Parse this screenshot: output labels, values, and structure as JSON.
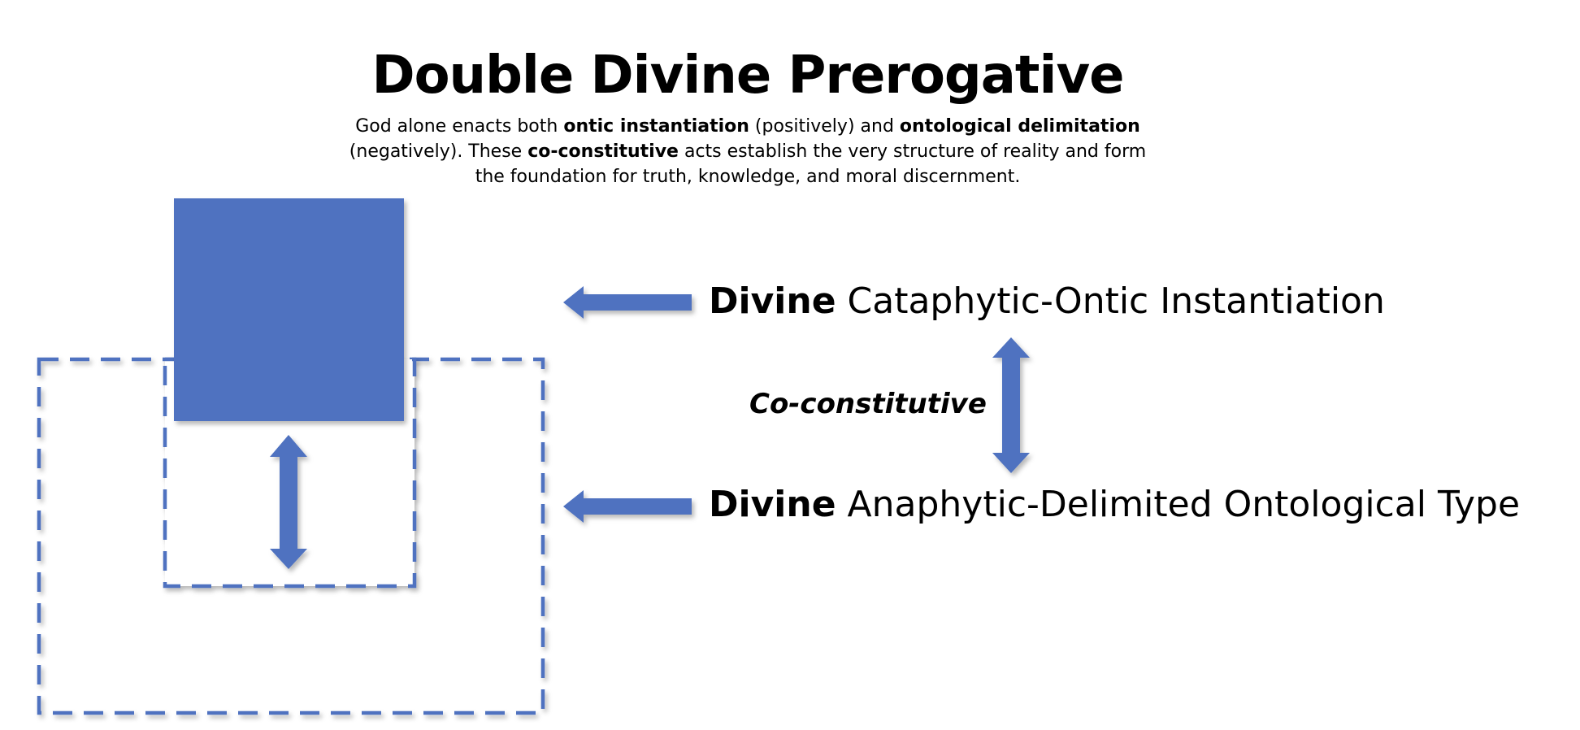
{
  "title": "Double Divine Prerogative",
  "subtitle": {
    "p1": "God alone enacts both ",
    "b1": "ontic instantiation",
    "p2": " (positively) and ",
    "b2": "ontological delimitation",
    "p3": " (negatively). These ",
    "b3": "co-constitutive",
    "p4": " acts establish the very structure of reality and form the foundation for truth, knowledge, and moral discernment."
  },
  "labels": {
    "top": {
      "bold": "Divine",
      "text": " Cataphytic-Ontic Instantiation"
    },
    "bottom": {
      "bold": "Divine",
      "text": " Anaphytic-Delimited Ontological Type"
    },
    "relation": "Co-constitutive"
  },
  "colors": {
    "accent": "#4f72c0",
    "text": "#000000",
    "background": "#ffffff"
  }
}
